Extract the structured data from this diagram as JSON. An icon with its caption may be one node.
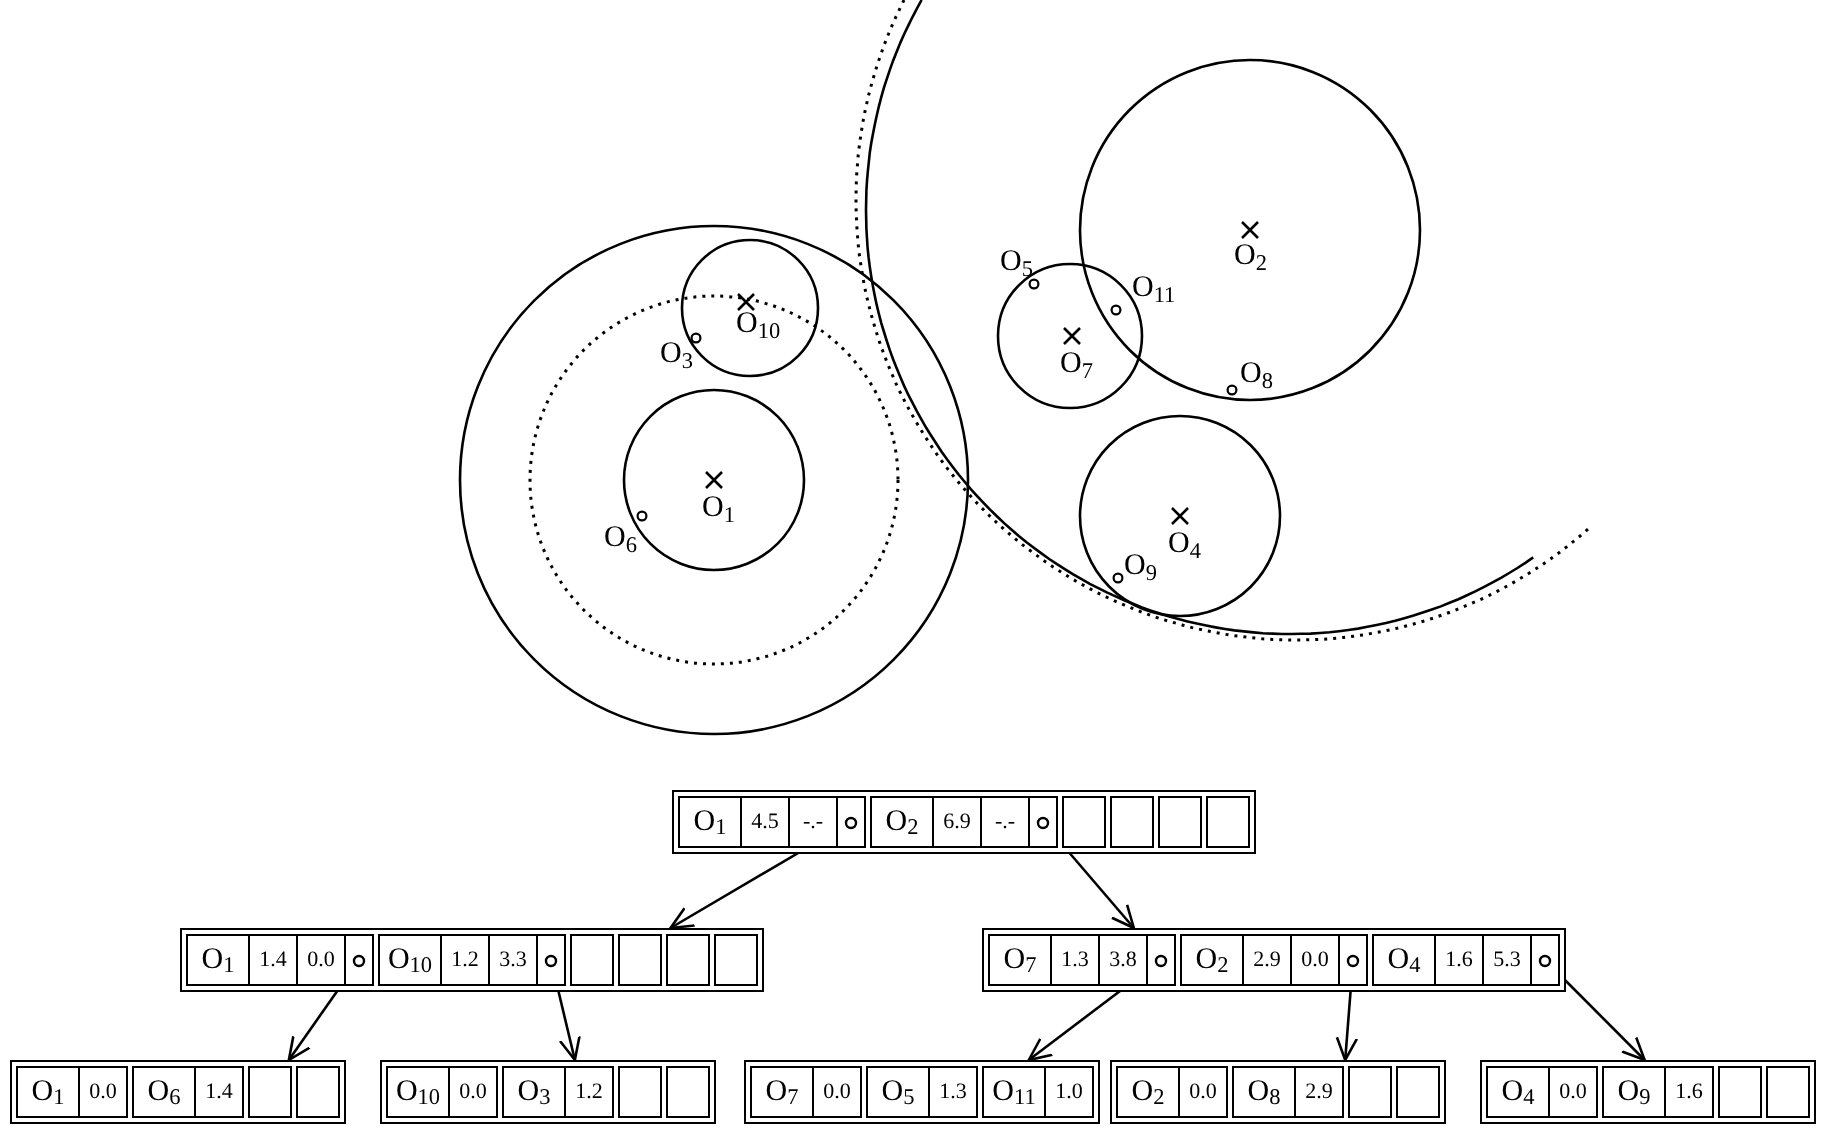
{
  "diagram": {
    "nodes": [
      {
        "text": [],
        "shape": "box"
      },
      {
        "text": [
          "O$_{1}$",
          "4.5",
          "-.-"
        ],
        "in": 0
      },
      {
        "text": [
          "O$_{2}$",
          "6.9",
          "-.-"
        ],
        "in": 0
      },
      {
        "text": [],
        "shape": "box",
        "in": 0
      },
      {
        "text": [],
        "shape": "box",
        "in": 0
      },
      {
        "text": [],
        "shape": "box",
        "in": 0
      },
      {
        "text": [],
        "shape": "box",
        "in": 0
      },
      {
        "text": [],
        "shape": "box"
      },
      {
        "text": [
          "O$_{1}$",
          "1.4",
          "0.0"
        ],
        "in": 7
      },
      {
        "text": [
          "O$_{10}$",
          "1.2",
          "3.3"
        ],
        "in": 7
      },
      {
        "text": [],
        "shape": "box",
        "in": 7
      },
      {
        "text": [],
        "shape": "box",
        "in": 7
      },
      {
        "text": [],
        "shape": "box",
        "in": 7
      },
      {
        "text": [],
        "shape": "box",
        "in": 7
      },
      {
        "text": [],
        "shape": "box"
      },
      {
        "text": [
          "O$_{7}$",
          "1.3",
          "3.8"
        ],
        "in": 14
      },
      {
        "text": [
          "O$_{2}$",
          "2.9",
          "0.0"
        ],
        "in": 14
      },
      {
        "text": [
          "O$_{4}$",
          "1.6",
          "5.3"
        ],
        "in": 14
      },
      {
        "text": [],
        "shape": "box"
      },
      {
        "text": [
          "O$_{1}$",
          "0.0"
        ],
        "in": 18
      },
      {
        "text": [
          "O$_{6}$",
          "1.4"
        ],
        "in": 18
      },
      {
        "text": [],
        "shape": "box",
        "in": 18
      },
      {
        "text": [],
        "shape": "box",
        "in": 18
      },
      {
        "text": [],
        "shape": "box"
      },
      {
        "text": [
          "O$_{10}$",
          "0.0"
        ],
        "in": 23
      },
      {
        "text": [
          "O$_{3}$",
          "1.2"
        ],
        "in": 23
      },
      {
        "text": [],
        "shape": "box",
        "in": 23
      },
      {
        "text": [],
        "shape": "box",
        "in": 23
      },
      {
        "text": [],
        "shape": "box"
      },
      {
        "text": [
          "O$_{7}$",
          "0.0"
        ],
        "in": 28
      },
      {
        "text": [
          "O$_{5}$",
          "1.3"
        ],
        "in": 28
      },
      {
        "text": [
          "O$_{11}$",
          "1.0"
        ],
        "in": 28
      },
      {
        "text": [],
        "shape": "box"
      },
      {
        "text": [
          "O$_{2}$",
          "0.0"
        ],
        "in": 32
      },
      {
        "text": [
          "O$_{8}$",
          "2.9"
        ],
        "in": 32
      },
      {
        "text": [],
        "shape": "box",
        "in": 32
      },
      {
        "text": [],
        "shape": "box",
        "in": 32
      },
      {
        "text": [],
        "shape": "box"
      },
      {
        "text": [
          "O$_{4}$",
          "0.0"
        ],
        "in": 37
      },
      {
        "text": [
          "O$_{9}$",
          "1.6"
        ],
        "in": 37
      },
      {
        "text": [],
        "shape": "box",
        "in": 37
      },
      {
        "text": [],
        "shape": "box",
        "in": 37
      }
    ],
    "edges": [
      {
        "from": 1,
        "to": 7,
        "arrow": "to"
      },
      {
        "from": 2,
        "to": 14,
        "arrow": "to"
      },
      {
        "from": 8,
        "to": 18,
        "arrow": "to"
      },
      {
        "from": 9,
        "to": 23,
        "arrow": "to"
      },
      {
        "from": 15,
        "to": 28,
        "arrow": "to"
      },
      {
        "from": 16,
        "to": 32,
        "arrow": "to"
      },
      {
        "from": 17,
        "to": 37,
        "arrow": "to"
      }
    ],
    "labels": [
      "O$_{2}$",
      "O$_{5}$",
      "O$_{11}$",
      "O$_{10}$",
      "O$_{3}$",
      "O$_{7}$",
      "O$_{8}$",
      "O$_{1}$",
      "O$_{4}$",
      "O$_{6}$",
      "O$_{9}$"
    ]
  }
}
